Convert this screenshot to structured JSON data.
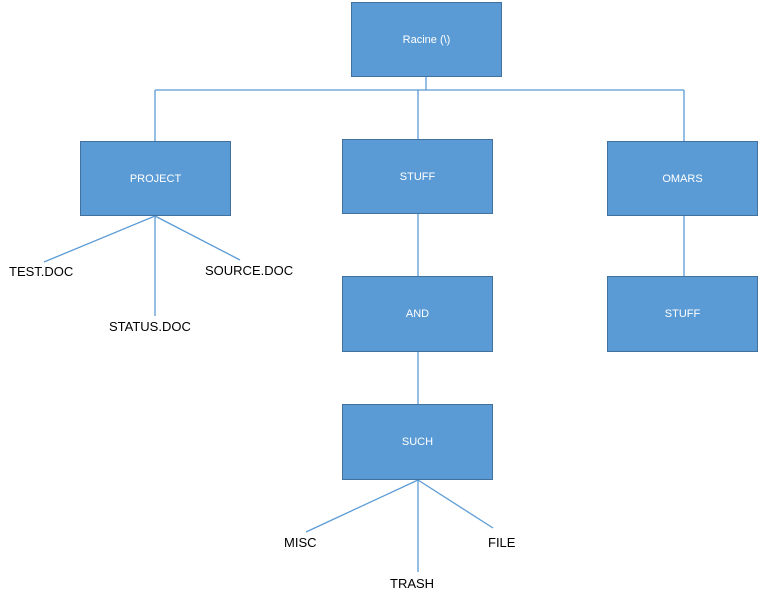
{
  "diagram": {
    "colors": {
      "box_fill": "#5b9bd5",
      "box_border": "#41719c",
      "connector": "#5b9bd5",
      "box_text": "#ffffff",
      "file_text": "#000000"
    },
    "nodes": {
      "root": "Racine  (\\)",
      "project": "PROJECT",
      "stuff": "STUFF",
      "omars": "OMARS",
      "and": "AND",
      "omars_stuff": "STUFF",
      "such": "SUCH"
    },
    "files": {
      "test_doc": "TEST.DOC",
      "source_doc": "SOURCE.DOC",
      "status_doc": "STATUS.DOC",
      "misc": "MISC",
      "file": "FILE",
      "trash": "TRASH"
    }
  }
}
